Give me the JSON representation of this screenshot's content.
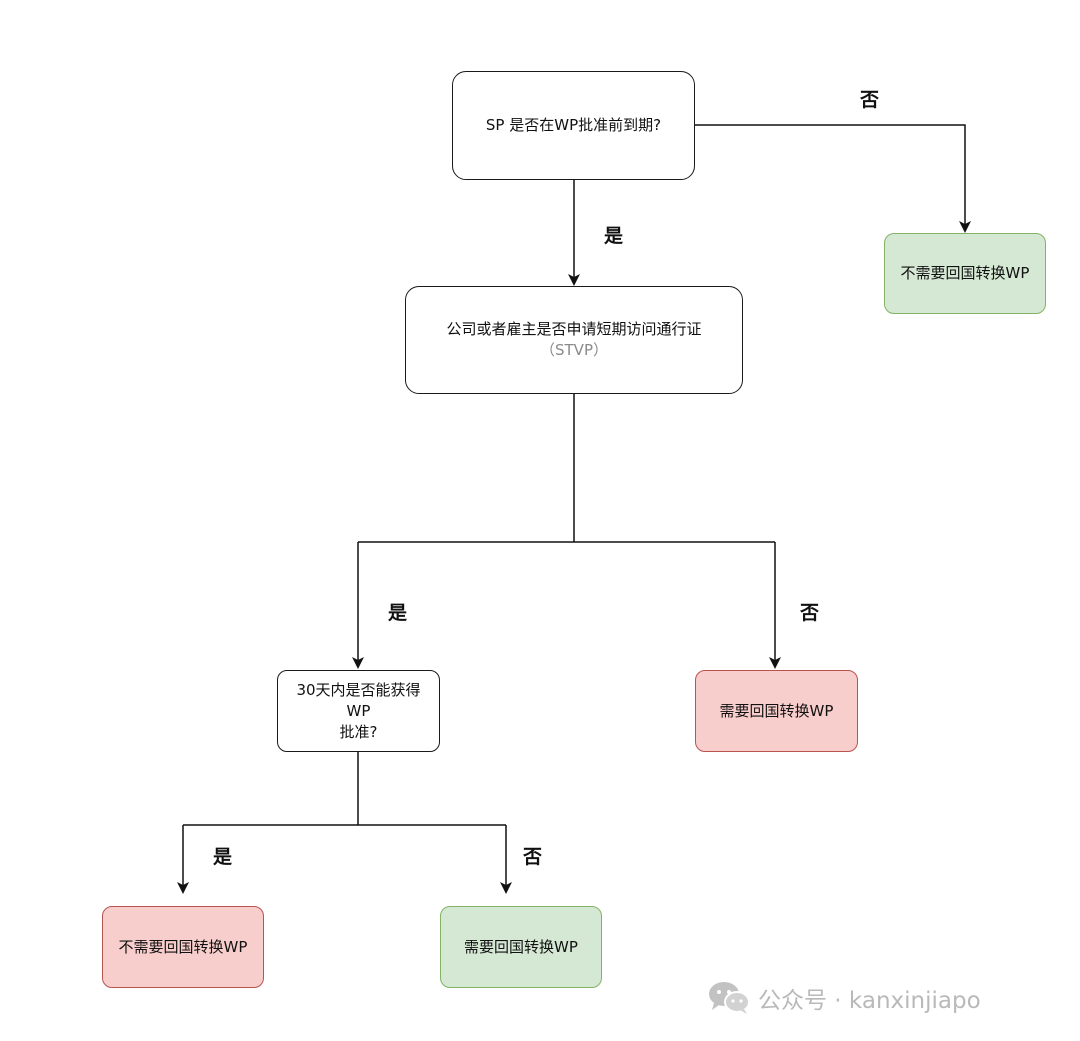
{
  "nodes": {
    "q1": {
      "text": "SP 是否在WP批准前到期?"
    },
    "outcome_no_return_top": {
      "text": "不需要回国转换WP"
    },
    "q2": {
      "text_line1": "公司或者雇主是否申请短期访问通行证",
      "text_line2": "（STVP）"
    },
    "q3": {
      "text_line1": "30天内是否能获得WP",
      "text_line2": "批准?"
    },
    "outcome_return_mid": {
      "text": "需要回国转换WP"
    },
    "outcome_no_return_bottom": {
      "text": "不需要回国转换WP"
    },
    "outcome_return_bottom": {
      "text": "需要回国转换WP"
    }
  },
  "edge_labels": {
    "q1_no": "否",
    "q1_yes": "是",
    "q2_yes": "是",
    "q2_no": "否",
    "q3_yes": "是",
    "q3_no": "否"
  },
  "colors": {
    "green_fill": "#d5e8d4",
    "green_stroke": "#82b366",
    "red_fill": "#f8cecc",
    "red_stroke": "#b85450",
    "line": "#111111"
  },
  "watermark": {
    "icon": "wechat-icon",
    "text": "公众号 · kanxinjiapo"
  }
}
